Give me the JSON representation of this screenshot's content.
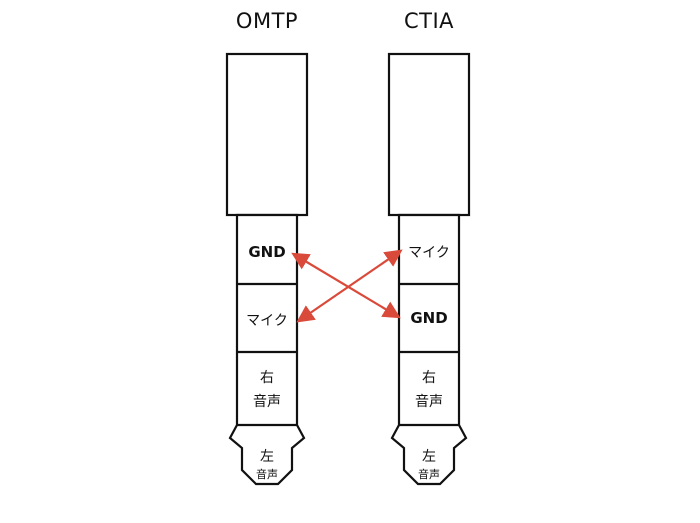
{
  "plugs": [
    {
      "title": "OMTP",
      "segments": [
        {
          "lines": [
            "GND"
          ],
          "bold": true
        },
        {
          "lines": [
            "マイク"
          ],
          "bold": false
        },
        {
          "lines": [
            "右",
            "音声"
          ],
          "bold": false
        }
      ],
      "tip": [
        "左",
        "音声"
      ]
    },
    {
      "title": "CTIA",
      "segments": [
        {
          "lines": [
            "マイク"
          ],
          "bold": false
        },
        {
          "lines": [
            "GND"
          ],
          "bold": true
        },
        {
          "lines": [
            "右",
            "音声"
          ],
          "bold": false
        }
      ],
      "tip": [
        "左",
        "音声"
      ]
    }
  ],
  "colors": {
    "outline": "#111111",
    "arrow": "#d94a3b",
    "background": "#ffffff"
  }
}
